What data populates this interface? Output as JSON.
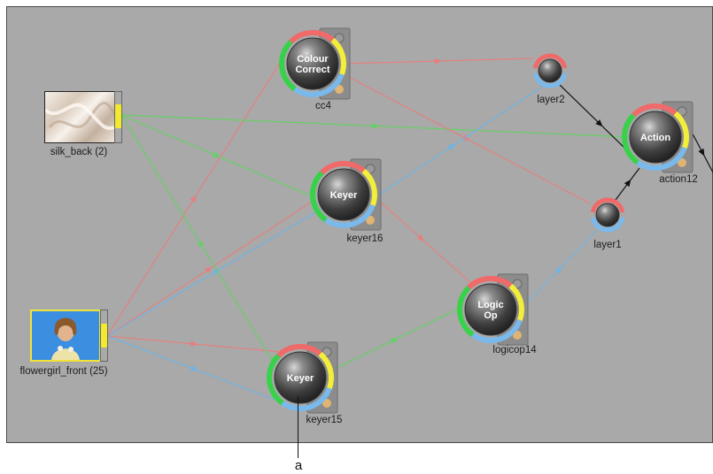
{
  "colors": {
    "background": "#a9a9a9",
    "link_red": "#e58080",
    "link_green": "#66d066",
    "link_blue": "#6fb4e4",
    "link_black": "#111111",
    "ring_red": "#f06a6a",
    "ring_green": "#38d24a",
    "ring_blue": "#79b9ec",
    "ring_yellow": "#f3ee3a"
  },
  "clips": {
    "silk_back": {
      "label": "silk_back (2)"
    },
    "flowergirl_front": {
      "label": "flowergirl_front (25)"
    }
  },
  "nodes": {
    "cc4": {
      "text": "Colour\nCorrect",
      "label": "cc4",
      "icon": "colour-correct-node-icon"
    },
    "keyer16": {
      "text": "Keyer",
      "label": "keyer16",
      "icon": "keyer-node-icon"
    },
    "keyer15": {
      "text": "Keyer",
      "label": "keyer15",
      "icon": "keyer-node-icon"
    },
    "logicop14": {
      "text": "Logic\nOp",
      "label": "logicop14",
      "icon": "logic-op-node-icon"
    },
    "action12": {
      "text": "Action",
      "label": "action12",
      "icon": "action-node-icon"
    },
    "layer2": {
      "label": "layer2",
      "icon": "layer-node-icon"
    },
    "layer1": {
      "label": "layer1",
      "icon": "layer-node-icon"
    }
  },
  "callout": {
    "label": "a"
  }
}
